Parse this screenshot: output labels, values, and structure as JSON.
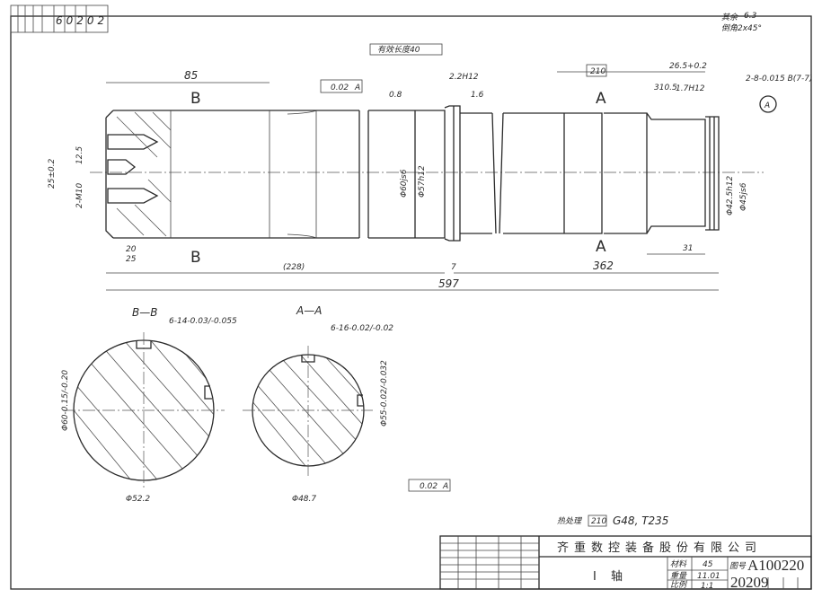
{
  "drawing": {
    "corner_code": "60202",
    "notes": {
      "rest_roughness": "其余",
      "roughness_value": "6.3",
      "chamfer": "倒角2x45°"
    },
    "dims": {
      "d85": "85",
      "eff_len": "有效长度40",
      "tol_runout": "0.02",
      "datum": "A",
      "d22h12": "2.2H12",
      "r16": "1.6",
      "r08": "0.8",
      "box210": "210",
      "d26_5": "26.5+0.2",
      "d310_5": "310.5",
      "d1_7h12": "1.7H12",
      "keyway": "2-8-0.015 B(7-7)",
      "d25": "25±0.2",
      "d12_5": "12.5",
      "m10": "2-M10",
      "phi60js6": "Φ60js6",
      "phi57h12": "Φ57h12",
      "phi42_5h12": "Φ42.5h12",
      "phi45js6": "Φ45js6",
      "d20": "20",
      "d25b": "25",
      "d228": "(228)",
      "d7": "7",
      "d362": "362",
      "d597": "597",
      "d31": "31"
    },
    "labels": {
      "b_top": "B",
      "b_bottom": "B",
      "a_top": "A",
      "a_bottom": "A"
    },
    "sections": {
      "bb": {
        "title": "B—B",
        "key": "6-14-0.03/-0.055",
        "dia": "Φ60-0.15/-0.20",
        "bottom": "Φ52.2"
      },
      "aa": {
        "title": "A—A",
        "key": "6-16-0.02/-0.02",
        "dia": "Φ55-0.02/-0.032",
        "bottom": "Φ48.7"
      }
    },
    "heat": "热处理",
    "heat_box": "210",
    "heat_spec": "G48, T235"
  },
  "title_block": {
    "company": "齐重数控装备股份有限公司",
    "part_name": "I  轴",
    "material_label": "材料",
    "material": "45",
    "drawing_no_label": "图号",
    "drawing_no": "A100220",
    "weight_label": "重量",
    "weight": "11.01",
    "scale_label": "比例",
    "scale": "1:1",
    "code": "20209"
  }
}
